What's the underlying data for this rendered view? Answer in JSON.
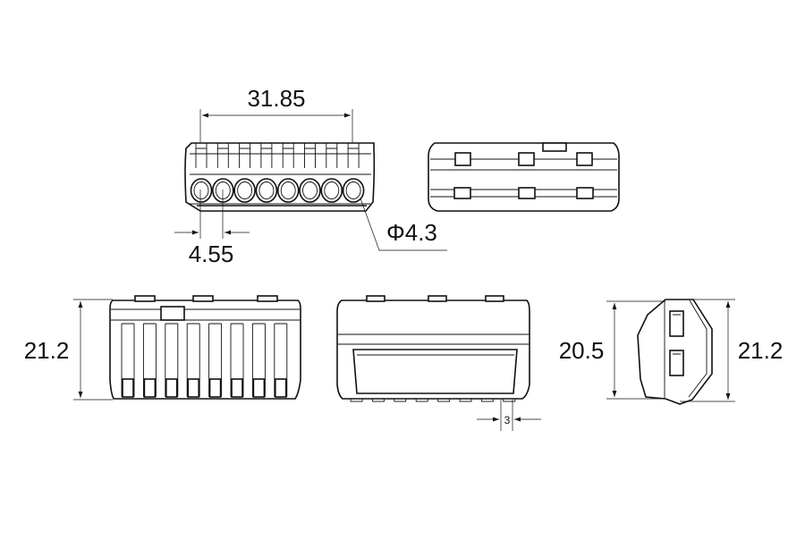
{
  "dimensions": {
    "total_width": "31.85",
    "pitch": "4.55",
    "hole_diameter": "Φ4.3",
    "height_front": "21.2",
    "height_side_inner": "20.5",
    "height_side_outer": "21.2",
    "tab_width": "3"
  },
  "colors": {
    "line": "#111111",
    "background": "#ffffff"
  }
}
